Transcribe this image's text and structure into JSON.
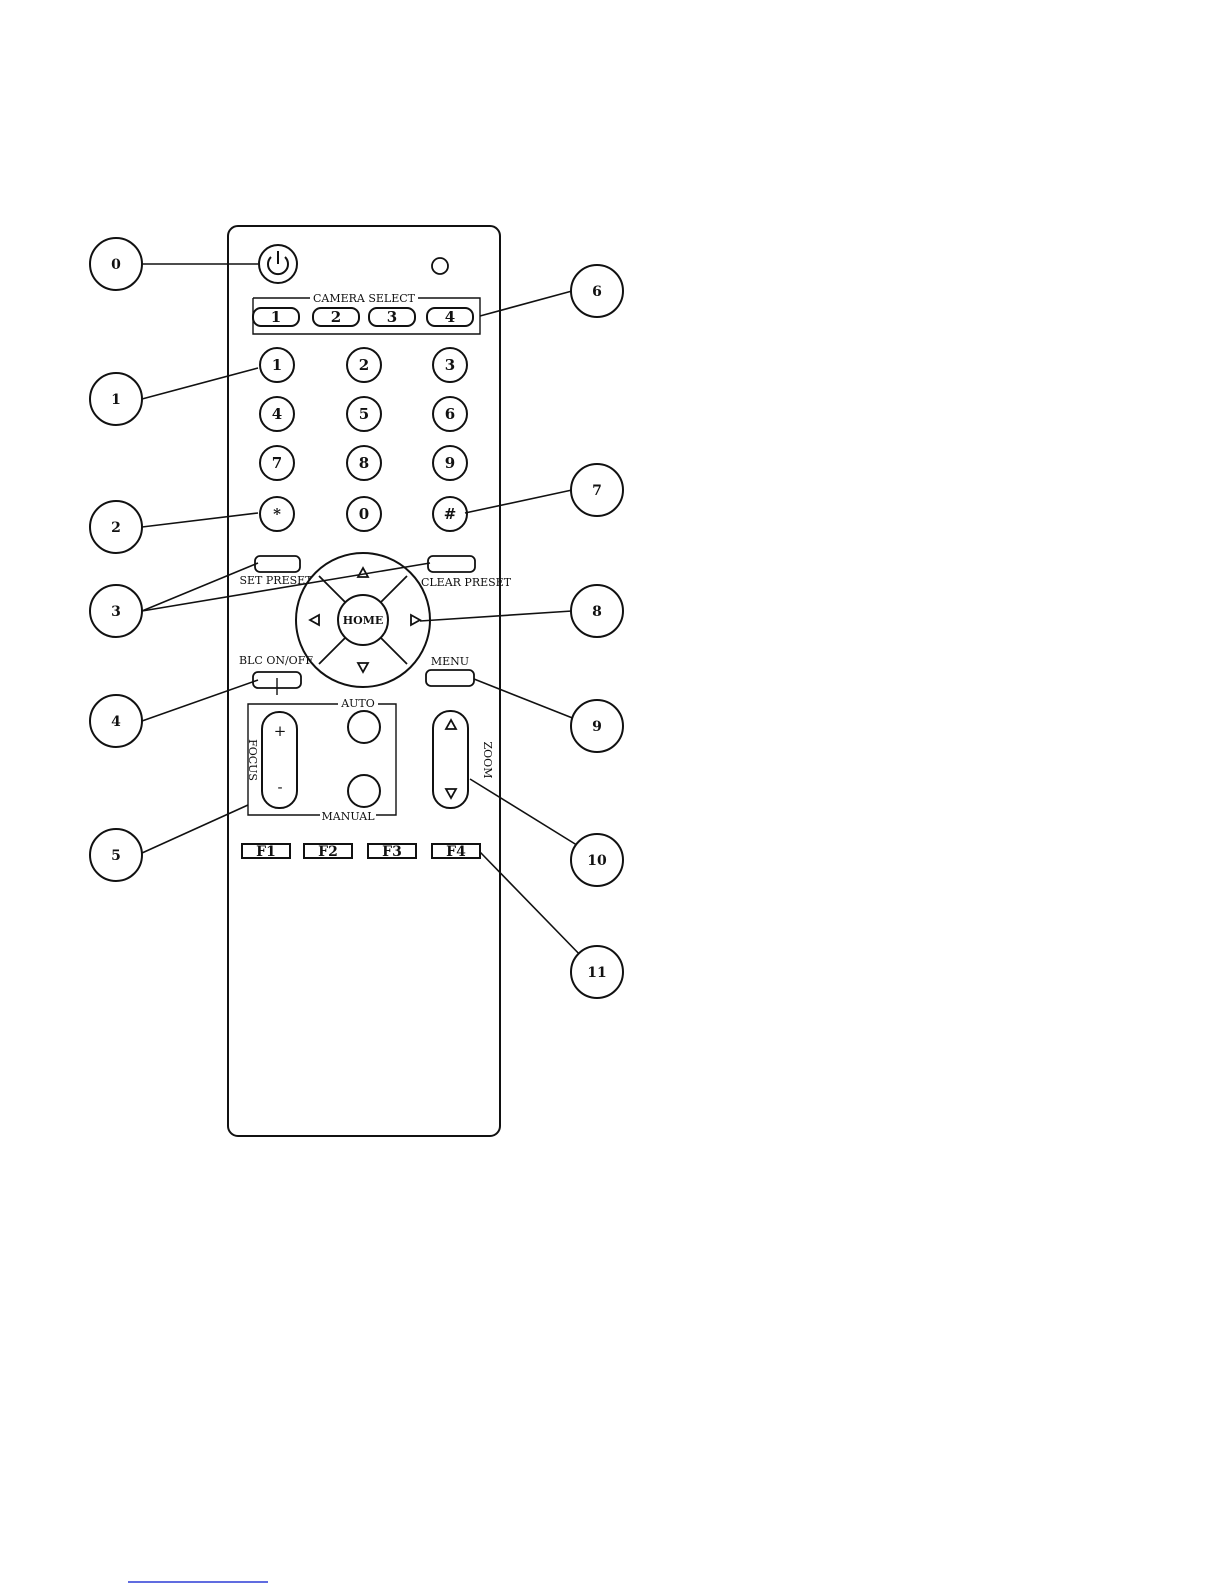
{
  "remote": {
    "camera_select_label": "CAMERA SELECT",
    "camera_buttons": [
      "1",
      "2",
      "3",
      "4"
    ],
    "keypad": [
      "1",
      "2",
      "3",
      "4",
      "5",
      "6",
      "7",
      "8",
      "9",
      "*",
      "0",
      "#"
    ],
    "set_preset_label": "SET PRESET",
    "clear_preset_label": "CLEAR PRESET",
    "home_label": "HOME",
    "blc_label": "BLC ON/OFF",
    "menu_label": "MENU",
    "auto_label": "AUTO",
    "manual_label": "MANUAL",
    "focus_label": "FOCUS",
    "focus_plus": "+",
    "focus_minus": "-",
    "zoom_label": "ZOOM",
    "function_keys": [
      "F1",
      "F2",
      "F3",
      "F4"
    ]
  },
  "callouts": [
    "0",
    "1",
    "2",
    "3",
    "4",
    "5",
    "6",
    "7",
    "8",
    "9",
    "10",
    "11"
  ]
}
